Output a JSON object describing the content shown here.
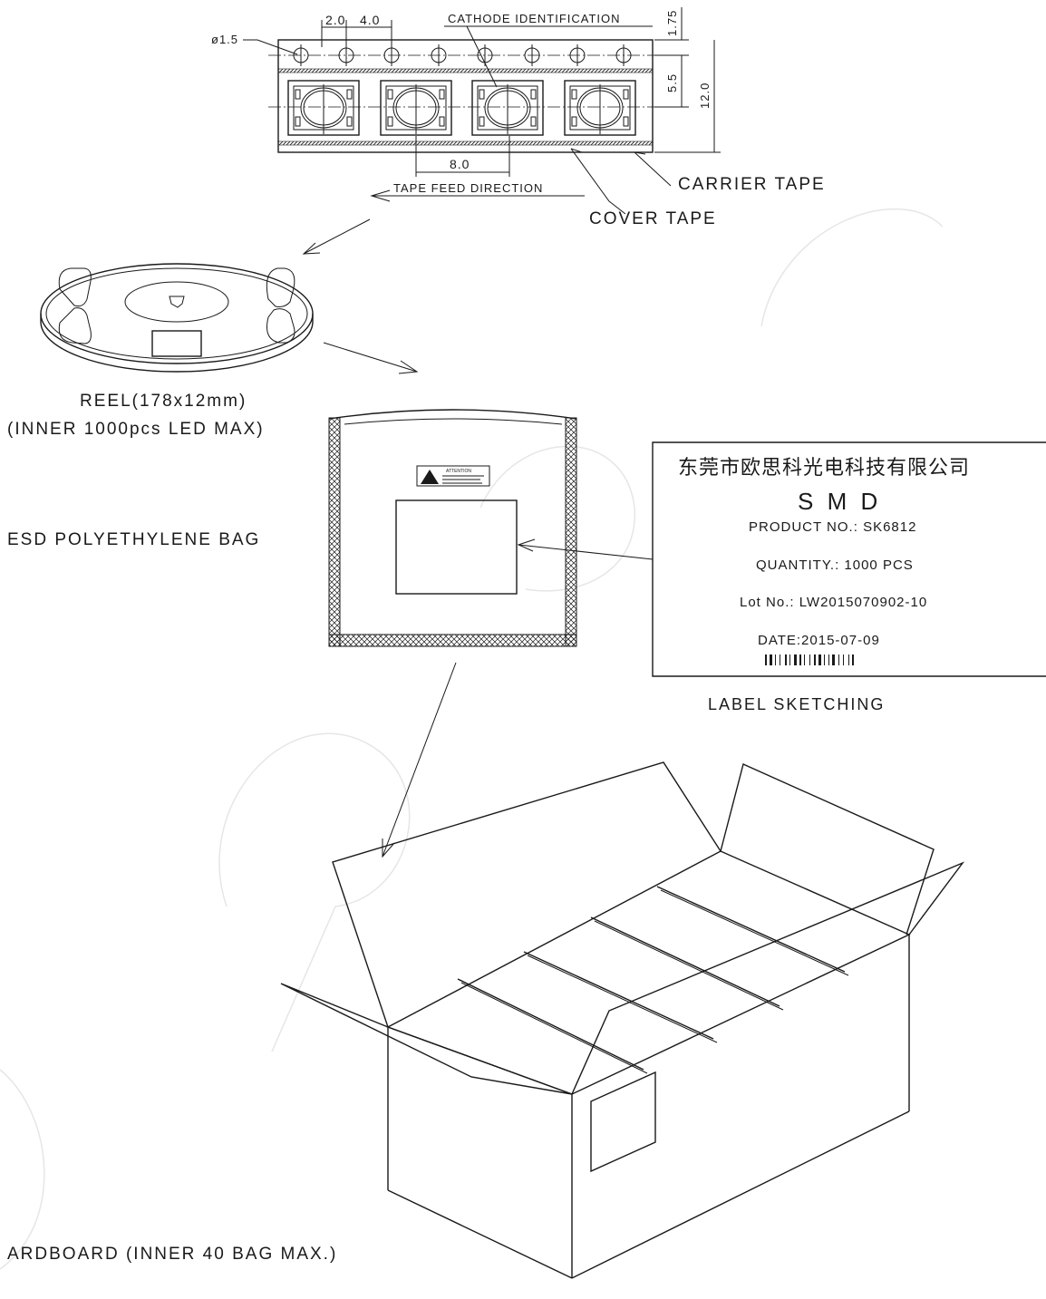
{
  "tape": {
    "pitch_small": "2.0",
    "pitch_large": "4.0",
    "hole_diameter": "ø1.5",
    "cathode_label": "CATHODE IDENTIFICATION",
    "dim_175": "1.75",
    "dim_55": "5.5",
    "dim_120": "12.0",
    "dim_80": "8.0",
    "feed_direction": "TAPE FEED DIRECTION",
    "carrier_tape": "CARRIER TAPE",
    "cover_tape": "COVER TAPE"
  },
  "reel": {
    "line1": "REEL(178x12mm)",
    "line2": "(INNER 1000pcs LED MAX)"
  },
  "bag": {
    "label": "ESD POLYETHYLENE BAG",
    "attention": "ATTENTION"
  },
  "label_card": {
    "company": "东莞市欧思科光电科技有限公司",
    "smd": "S M D",
    "product_no": "PRODUCT NO.: SK6812",
    "quantity": "QUANTITY.: 1000 PCS",
    "lot_no": "Lot No.: LW2015070902-10",
    "date": "DATE:2015-07-09",
    "caption": "LABEL SKETCHING"
  },
  "box": {
    "label": "ARDBOARD (INNER 40 BAG MAX.)"
  }
}
